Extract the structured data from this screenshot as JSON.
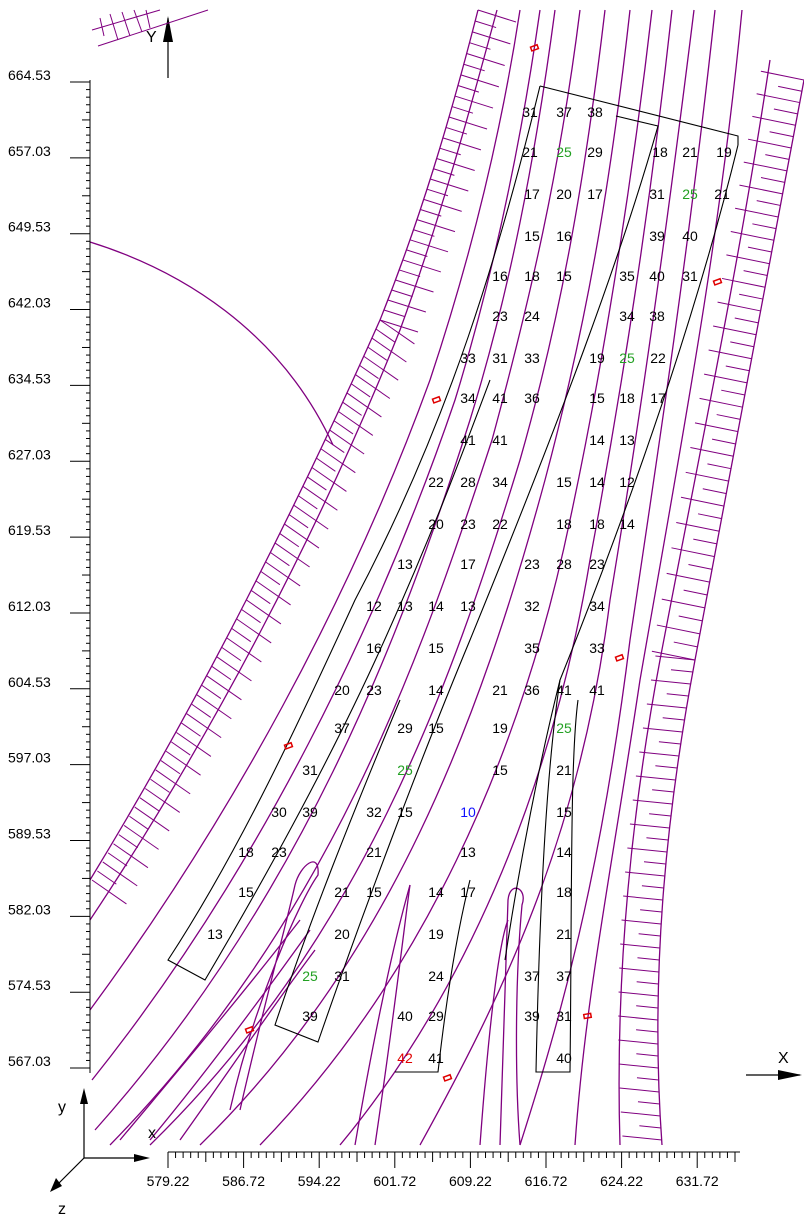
{
  "axis_labels": {
    "y_top": "Y",
    "x_right": "X",
    "triad_x": "x",
    "triad_y": "y",
    "triad_z": "z"
  },
  "y_axis_ticks": [
    "664.53",
    "657.03",
    "649.53",
    "642.03",
    "634.53",
    "627.03",
    "619.53",
    "612.03",
    "604.53",
    "597.03",
    "589.53",
    "582.03",
    "574.53",
    "567.03"
  ],
  "x_axis_ticks": [
    "579.22",
    "586.72",
    "594.22",
    "601.72",
    "609.22",
    "616.72",
    "624.22",
    "631.72"
  ],
  "colors": {
    "contour": "#800080",
    "normal": "#000000",
    "green": "#22a022",
    "red": "#e00000",
    "blue": "#1010ff"
  },
  "values": [
    {
      "t": "31",
      "c": "normal"
    },
    {
      "t": "37",
      "c": "normal"
    },
    {
      "t": "38",
      "c": "normal"
    },
    {
      "t": "21",
      "c": "normal"
    },
    {
      "t": "25",
      "c": "green"
    },
    {
      "t": "29",
      "c": "normal"
    },
    {
      "t": "18",
      "c": "normal"
    },
    {
      "t": "21",
      "c": "normal"
    },
    {
      "t": "19",
      "c": "normal"
    },
    {
      "t": "17",
      "c": "normal"
    },
    {
      "t": "20",
      "c": "normal"
    },
    {
      "t": "17",
      "c": "normal"
    },
    {
      "t": "31",
      "c": "normal"
    },
    {
      "t": "25",
      "c": "green"
    },
    {
      "t": "21",
      "c": "normal"
    },
    {
      "t": "15",
      "c": "normal"
    },
    {
      "t": "16",
      "c": "normal"
    },
    {
      "t": "39",
      "c": "normal"
    },
    {
      "t": "40",
      "c": "normal"
    },
    {
      "t": "16",
      "c": "normal"
    },
    {
      "t": "18",
      "c": "normal"
    },
    {
      "t": "15",
      "c": "normal"
    },
    {
      "t": "35",
      "c": "normal"
    },
    {
      "t": "40",
      "c": "normal"
    },
    {
      "t": "31",
      "c": "normal"
    },
    {
      "t": "23",
      "c": "normal"
    },
    {
      "t": "24",
      "c": "normal"
    },
    {
      "t": "34",
      "c": "normal"
    },
    {
      "t": "38",
      "c": "normal"
    },
    {
      "t": "33",
      "c": "normal"
    },
    {
      "t": "31",
      "c": "normal"
    },
    {
      "t": "33",
      "c": "normal"
    },
    {
      "t": "19",
      "c": "normal"
    },
    {
      "t": "25",
      "c": "green"
    },
    {
      "t": "22",
      "c": "normal"
    },
    {
      "t": "34",
      "c": "normal"
    },
    {
      "t": "41",
      "c": "normal"
    },
    {
      "t": "36",
      "c": "normal"
    },
    {
      "t": "15",
      "c": "normal"
    },
    {
      "t": "18",
      "c": "normal"
    },
    {
      "t": "17",
      "c": "normal"
    },
    {
      "t": "41",
      "c": "normal"
    },
    {
      "t": "41",
      "c": "normal"
    },
    {
      "t": "14",
      "c": "normal"
    },
    {
      "t": "13",
      "c": "normal"
    },
    {
      "t": "22",
      "c": "normal"
    },
    {
      "t": "28",
      "c": "normal"
    },
    {
      "t": "34",
      "c": "normal"
    },
    {
      "t": "15",
      "c": "normal"
    },
    {
      "t": "14",
      "c": "normal"
    },
    {
      "t": "12",
      "c": "normal"
    },
    {
      "t": "20",
      "c": "normal"
    },
    {
      "t": "23",
      "c": "normal"
    },
    {
      "t": "22",
      "c": "normal"
    },
    {
      "t": "18",
      "c": "normal"
    },
    {
      "t": "18",
      "c": "normal"
    },
    {
      "t": "14",
      "c": "normal"
    },
    {
      "t": "13",
      "c": "normal"
    },
    {
      "t": "17",
      "c": "normal"
    },
    {
      "t": "23",
      "c": "normal"
    },
    {
      "t": "28",
      "c": "normal"
    },
    {
      "t": "23",
      "c": "normal"
    },
    {
      "t": "12",
      "c": "normal"
    },
    {
      "t": "13",
      "c": "normal"
    },
    {
      "t": "14",
      "c": "normal"
    },
    {
      "t": "13",
      "c": "normal"
    },
    {
      "t": "32",
      "c": "normal"
    },
    {
      "t": "34",
      "c": "normal"
    },
    {
      "t": "16",
      "c": "normal"
    },
    {
      "t": "15",
      "c": "normal"
    },
    {
      "t": "35",
      "c": "normal"
    },
    {
      "t": "33",
      "c": "normal"
    },
    {
      "t": "20",
      "c": "normal"
    },
    {
      "t": "23",
      "c": "normal"
    },
    {
      "t": "14",
      "c": "normal"
    },
    {
      "t": "21",
      "c": "normal"
    },
    {
      "t": "36",
      "c": "normal"
    },
    {
      "t": "41",
      "c": "normal"
    },
    {
      "t": "41",
      "c": "normal"
    },
    {
      "t": "37",
      "c": "normal"
    },
    {
      "t": "29",
      "c": "normal"
    },
    {
      "t": "15",
      "c": "normal"
    },
    {
      "t": "19",
      "c": "normal"
    },
    {
      "t": "25",
      "c": "green"
    },
    {
      "t": "31",
      "c": "normal"
    },
    {
      "t": "25",
      "c": "green"
    },
    {
      "t": "15",
      "c": "normal"
    },
    {
      "t": "21",
      "c": "normal"
    },
    {
      "t": "30",
      "c": "normal"
    },
    {
      "t": "39",
      "c": "normal"
    },
    {
      "t": "32",
      "c": "normal"
    },
    {
      "t": "15",
      "c": "normal"
    },
    {
      "t": "10",
      "c": "blue"
    },
    {
      "t": "15",
      "c": "normal"
    },
    {
      "t": "18",
      "c": "normal"
    },
    {
      "t": "23",
      "c": "normal"
    },
    {
      "t": "21",
      "c": "normal"
    },
    {
      "t": "13",
      "c": "normal"
    },
    {
      "t": "14",
      "c": "normal"
    },
    {
      "t": "15",
      "c": "normal"
    },
    {
      "t": "21",
      "c": "normal"
    },
    {
      "t": "15",
      "c": "normal"
    },
    {
      "t": "14",
      "c": "normal"
    },
    {
      "t": "17",
      "c": "normal"
    },
    {
      "t": "18",
      "c": "normal"
    },
    {
      "t": "13",
      "c": "normal"
    },
    {
      "t": "20",
      "c": "normal"
    },
    {
      "t": "19",
      "c": "normal"
    },
    {
      "t": "21",
      "c": "normal"
    },
    {
      "t": "25",
      "c": "green"
    },
    {
      "t": "31",
      "c": "normal"
    },
    {
      "t": "24",
      "c": "normal"
    },
    {
      "t": "37",
      "c": "normal"
    },
    {
      "t": "37",
      "c": "normal"
    },
    {
      "t": "39",
      "c": "normal"
    },
    {
      "t": "40",
      "c": "normal"
    },
    {
      "t": "29",
      "c": "normal"
    },
    {
      "t": "39",
      "c": "normal"
    },
    {
      "t": "31",
      "c": "normal"
    },
    {
      "t": "42",
      "c": "red"
    },
    {
      "t": "41",
      "c": "normal"
    },
    {
      "t": "40",
      "c": "normal"
    }
  ]
}
